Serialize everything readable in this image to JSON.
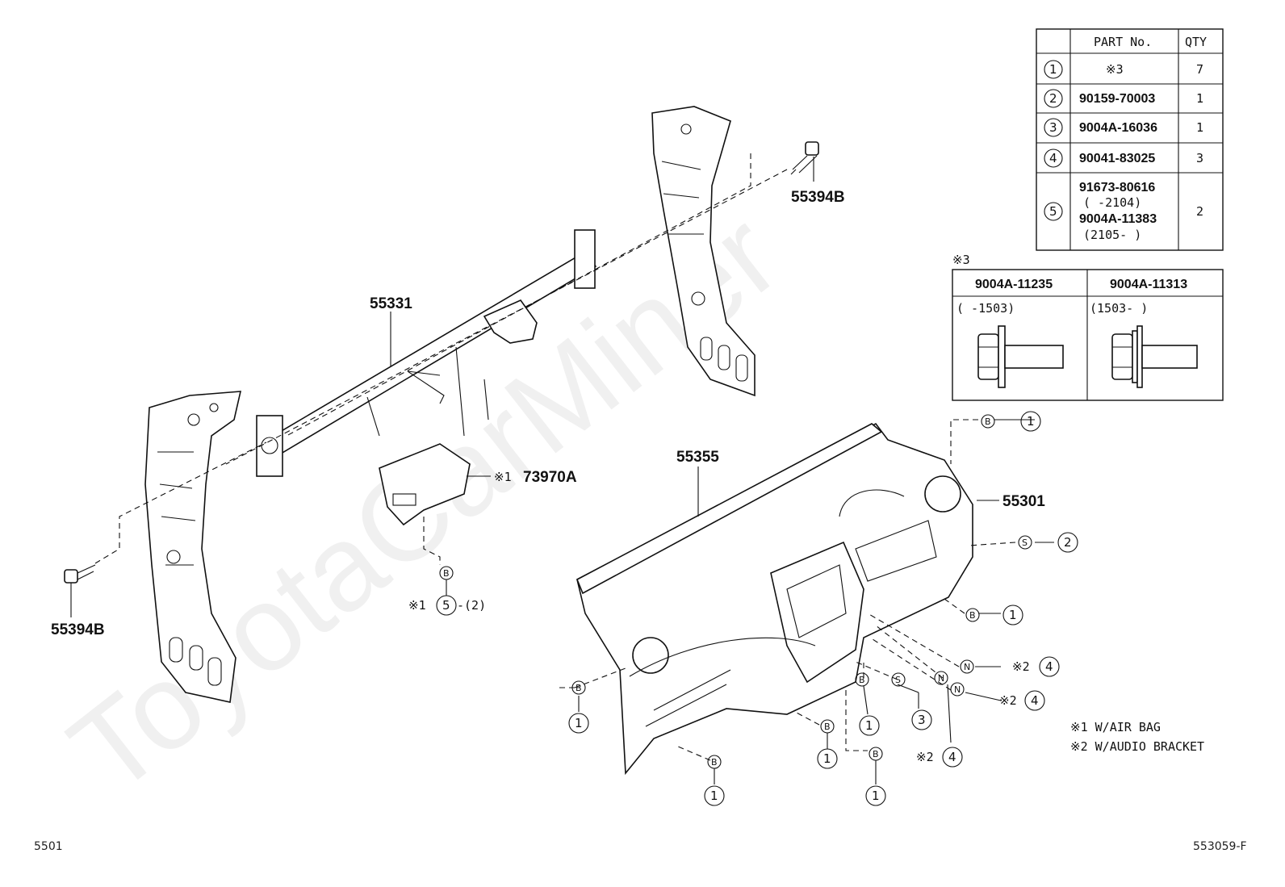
{
  "watermark": "ToyotaCarMiner",
  "page_ref_left": "5501",
  "page_ref_right": "553059-F",
  "part_labels": {
    "bolt_upper": "55394B",
    "bolt_lower": "55394B",
    "reinforcement": "55331",
    "airbag_bracket": "73970A",
    "airbag_prefix": "※1",
    "panel_top": "55355",
    "panel": "55301"
  },
  "callouts": {
    "c1": "1",
    "c2": "2",
    "c3": "3",
    "c4": "4",
    "c5": "5",
    "b": "B",
    "s": "S",
    "n": "N",
    "note2_prefix": "※2",
    "note1_prefix": "※1",
    "bracket_suffix": "-(2)"
  },
  "parts_table": {
    "headers": [
      "PART No.",
      "QTY"
    ],
    "rows": [
      {
        "ref": "1",
        "part": "※3",
        "qty": "7"
      },
      {
        "ref": "2",
        "part": "90159-70003",
        "qty": "1"
      },
      {
        "ref": "3",
        "part": "9004A-16036",
        "qty": "1"
      },
      {
        "ref": "4",
        "part": "90041-83025",
        "qty": "3"
      },
      {
        "ref": "5",
        "part_a": "91673-80616",
        "range_a": "(      -2104)",
        "part_b": "9004A-11383",
        "range_b": "(2105-      )",
        "qty": "2"
      }
    ]
  },
  "note3_table": {
    "label": "※3",
    "cols": [
      {
        "part": "9004A-11235",
        "range": "(      -1503)"
      },
      {
        "part": "9004A-11313",
        "range": "(1503-      )"
      }
    ]
  },
  "legend": {
    "n1": "※1 W/AIR BAG",
    "n2": "※2 W/AUDIO BRACKET"
  }
}
